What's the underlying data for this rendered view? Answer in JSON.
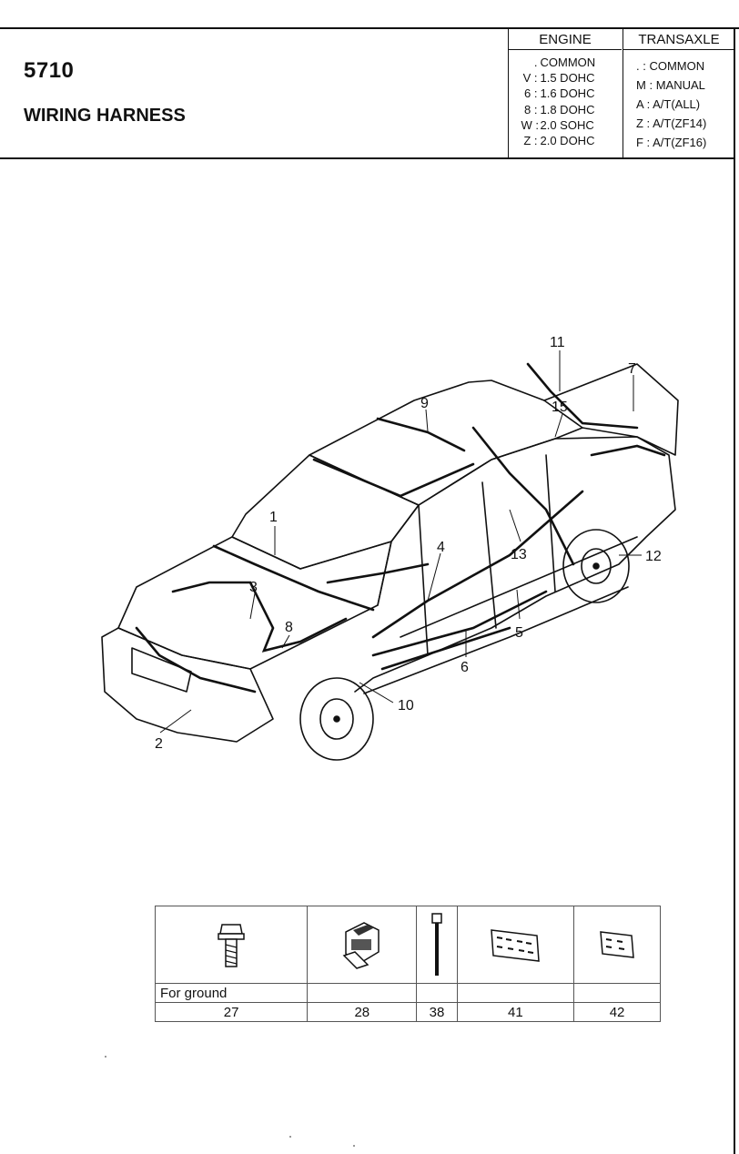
{
  "header": {
    "code": "5710",
    "title": "WIRING HARNESS"
  },
  "engine": {
    "heading": "ENGINE",
    "rows": [
      {
        "code": ".",
        "label": "COMMON"
      },
      {
        "code": "V :",
        "label": "1.5 DOHC"
      },
      {
        "code": "6 :",
        "label": "1.6 DOHC"
      },
      {
        "code": "8 :",
        "label": "1.8 DOHC"
      },
      {
        "code": "W :",
        "label": "2.0 SOHC"
      },
      {
        "code": "Z :",
        "label": "2.0 DOHC"
      }
    ]
  },
  "transaxle": {
    "heading": "TRANSAXLE",
    "rows": [
      {
        "code": ". :",
        "label": "COMMON"
      },
      {
        "code": "M :",
        "label": "MANUAL"
      },
      {
        "code": "A :",
        "label": "A/T(ALL)"
      },
      {
        "code": "Z :",
        "label": "A/T(ZF14)"
      },
      {
        "code": "F :",
        "label": "A/T(ZF16)"
      }
    ]
  },
  "callouts": [
    "1",
    "2",
    "3",
    "4",
    "5",
    "6",
    "7",
    "8",
    "9",
    "10",
    "11",
    "12",
    "13",
    "15"
  ],
  "parts": [
    {
      "number": "27",
      "note": "For ground",
      "icon": "ground-bolt-icon"
    },
    {
      "number": "28",
      "note": "",
      "icon": "connector-clip-icon"
    },
    {
      "number": "38",
      "note": "",
      "icon": "cable-tie-icon"
    },
    {
      "number": "41",
      "note": "",
      "icon": "fuse-block-large-icon"
    },
    {
      "number": "42",
      "note": "",
      "icon": "fuse-block-small-icon"
    }
  ]
}
